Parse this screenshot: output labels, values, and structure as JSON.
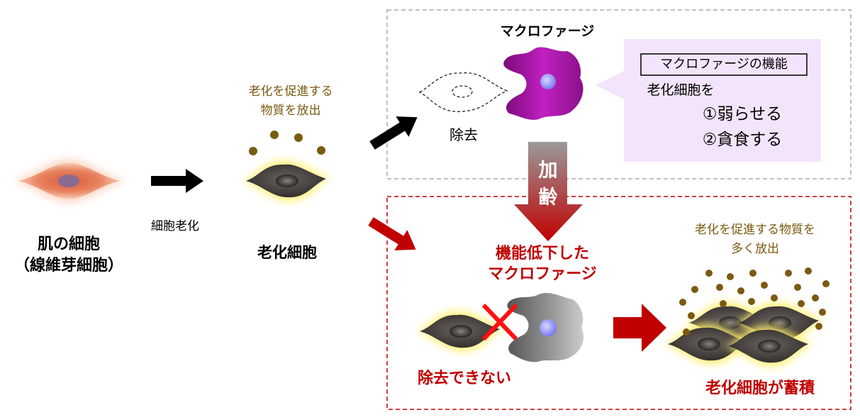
{
  "skin_cell": {
    "line1": "肌の細胞",
    "line2": "（線維芽細胞）"
  },
  "arrow_label": "細胞老化",
  "senescent": {
    "release_line1": "老化を促進する",
    "release_line2": "物質を放出",
    "label": "老化細胞"
  },
  "young": {
    "macrophage_label": "マクロファージ",
    "removed_label": "除去",
    "callout": {
      "title": "マクロファージの機能",
      "lead": "老化細胞を",
      "item1": "①弱らせる",
      "item2": "②貪食する"
    }
  },
  "aging": {
    "char1": "加",
    "char2": "齢"
  },
  "old": {
    "macrophage_line1": "機能低下した",
    "macrophage_line2": "マクロファージ",
    "cannot_remove": "除去できない",
    "release_line1": "老化を促進する物質を",
    "release_line2": "多く放出",
    "accumulate": "老化細胞が蓄積"
  },
  "colors": {
    "red": "#c00000",
    "gold": "#7a5a10",
    "magenta": "#a0169e",
    "callout_bg": "#f3e4fb"
  }
}
